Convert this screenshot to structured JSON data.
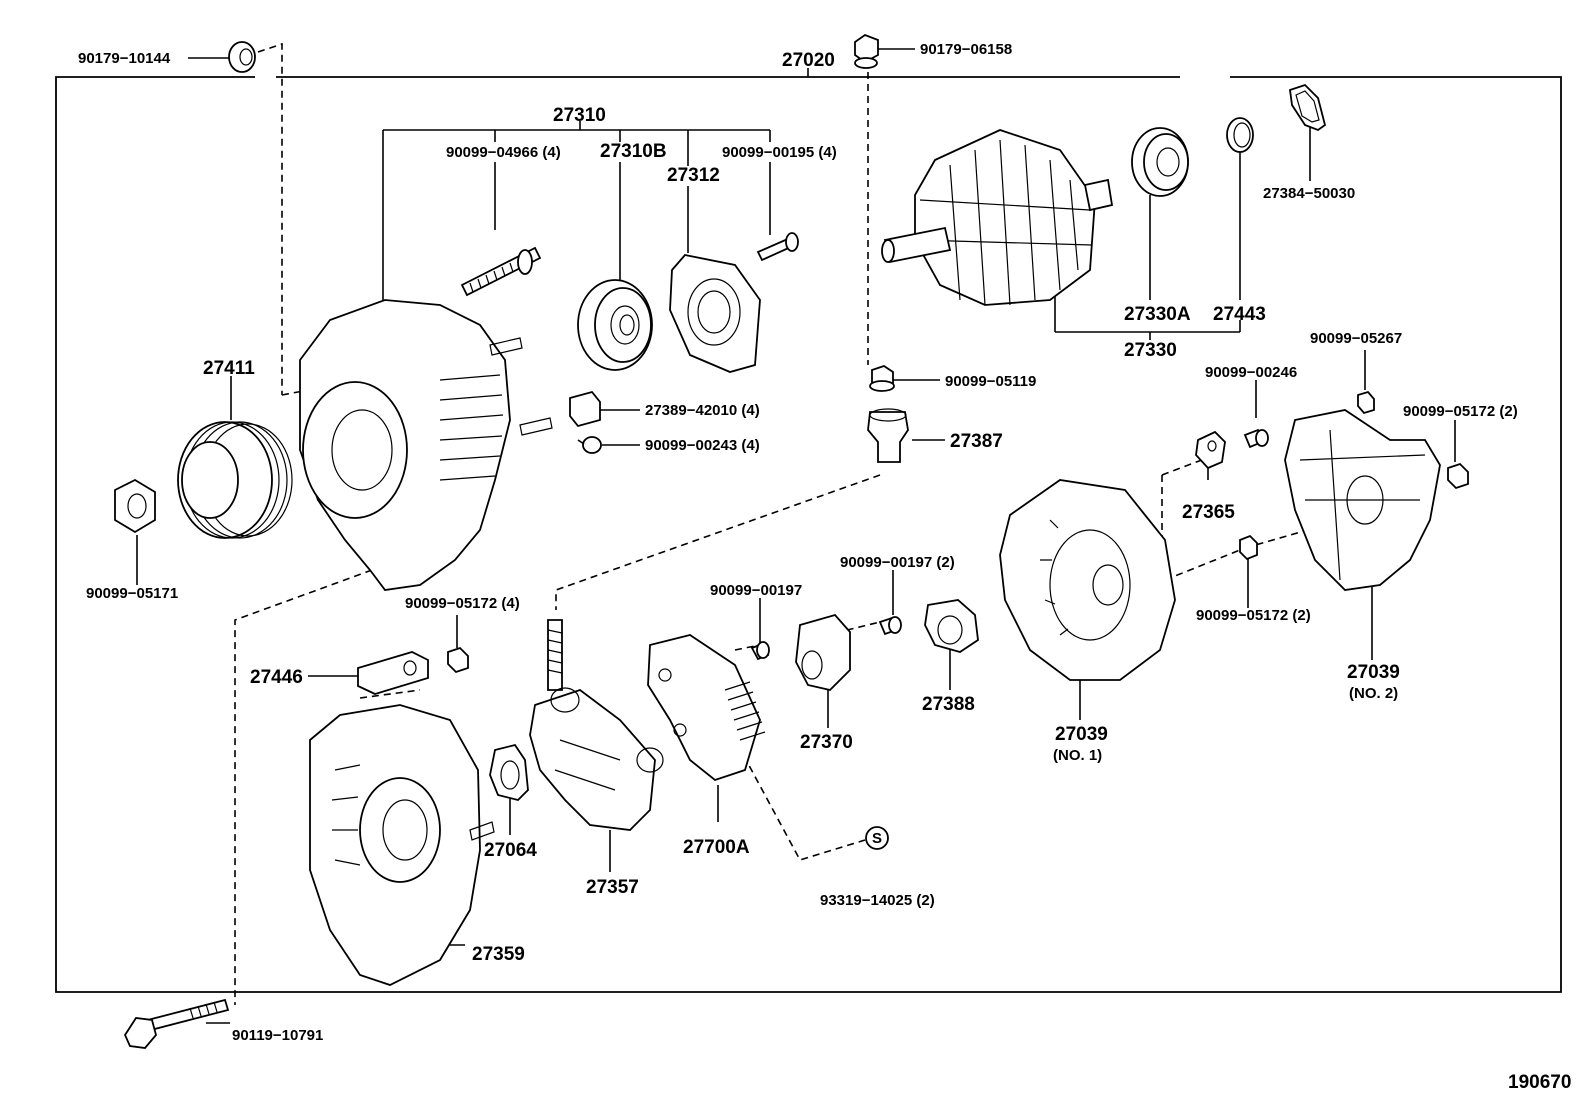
{
  "labels": {
    "p90179_10144": "90179−10144",
    "p27020": "27020",
    "p90179_06158": "90179−06158",
    "p27310": "27310",
    "p90099_04966": "90099−04966 (4)",
    "p27310B": "27310B",
    "p27312": "27312",
    "p90099_00195": "90099−00195 (4)",
    "p27384_50030": "27384−50030",
    "p27330A": "27330A",
    "p27443": "27443",
    "p27330": "27330",
    "p90099_05267": "90099−05267",
    "p27411": "27411",
    "p90099_05119": "90099−05119",
    "p90099_00246": "90099−00246",
    "p90099_05172_r": "90099−05172 (2)",
    "p27389_42010": "27389−42010 (4)",
    "p27387": "27387",
    "p90099_00243": "90099−00243 (4)",
    "p27365": "27365",
    "p90099_05171": "90099−05171",
    "p90099_05172_m": "90099−05172 (2)",
    "p27039_no2": "27039",
    "p27039_no2_sub": "(NO. 2)",
    "p90099_05172_4": "90099−05172 (4)",
    "p90099_00197_2": "90099−00197 (2)",
    "p90099_00197": "90099−00197",
    "p27446": "27446",
    "p27370": "27370",
    "p27388": "27388",
    "p27039_no1": "27039",
    "p27039_no1_sub": "(NO. 1)",
    "p27064": "27064",
    "p27700A": "27700A",
    "p27357": "27357",
    "p93319_14025": "93319−14025 (2)",
    "p27359": "27359",
    "p90119_10791": "90119−10791",
    "s_mark": "S",
    "figure_code": "190670"
  }
}
